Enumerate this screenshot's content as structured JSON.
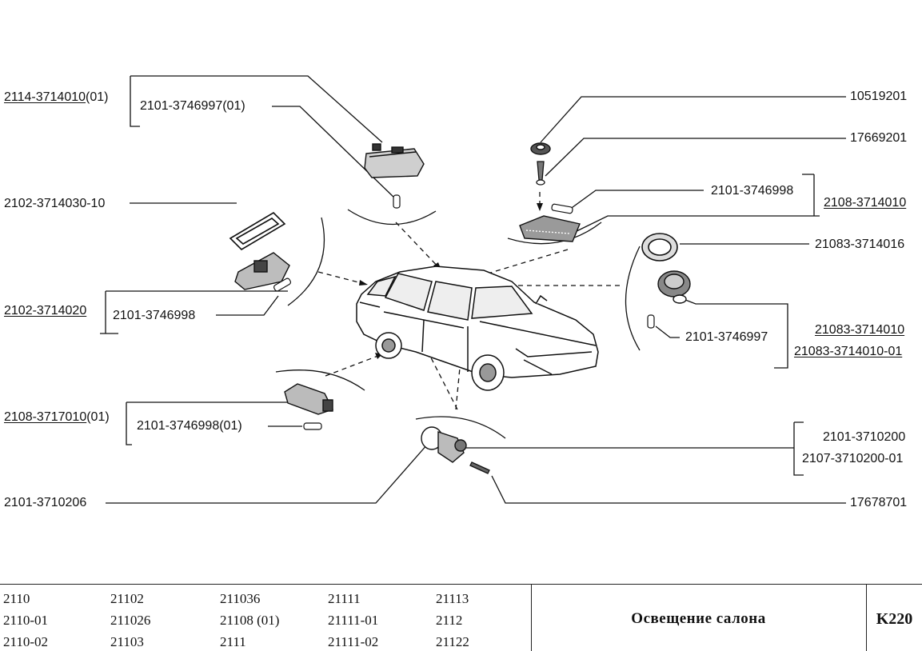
{
  "labels": {
    "p2114_3714010": "2114-3714010",
    "p2114_suffix": "(01)",
    "p2101_3746997_01": "2101-3746997(01)",
    "p10519201": "10519201",
    "p17669201": "17669201",
    "p2101_3746998_top": "2101-3746998",
    "p2108_3714010": "2108-3714010",
    "p2102_3714030_10": "2102-3714030-10",
    "p21083_3714016": "21083-3714016",
    "p2102_3714020": "2102-3714020",
    "p2101_3746998_left": "2101-3746998",
    "p2101_3746997": "2101-3746997",
    "p21083_3714010": "21083-3714010",
    "p21083_3714010_01": "21083-3714010-01",
    "p2108_3717010": "2108-3717010",
    "p2108_suffix": "(01)",
    "p2101_3746998_01": "2101-3746998(01)",
    "p2101_3710200": "2101-3710200",
    "p2107_3710200_01": "2107-3710200-01",
    "p2101_3710206": "2101-3710206",
    "p17678701": "17678701"
  },
  "footer": {
    "models": [
      [
        "2110",
        "2110-01",
        "2110-02"
      ],
      [
        "21102",
        "211026",
        "21103"
      ],
      [
        "211036",
        "21108 (01)",
        "2111"
      ],
      [
        "21111",
        "21111-01",
        "21111-02"
      ],
      [
        "21113",
        "2112",
        "21122"
      ]
    ],
    "title": "Освещение салона",
    "code": "K220"
  }
}
